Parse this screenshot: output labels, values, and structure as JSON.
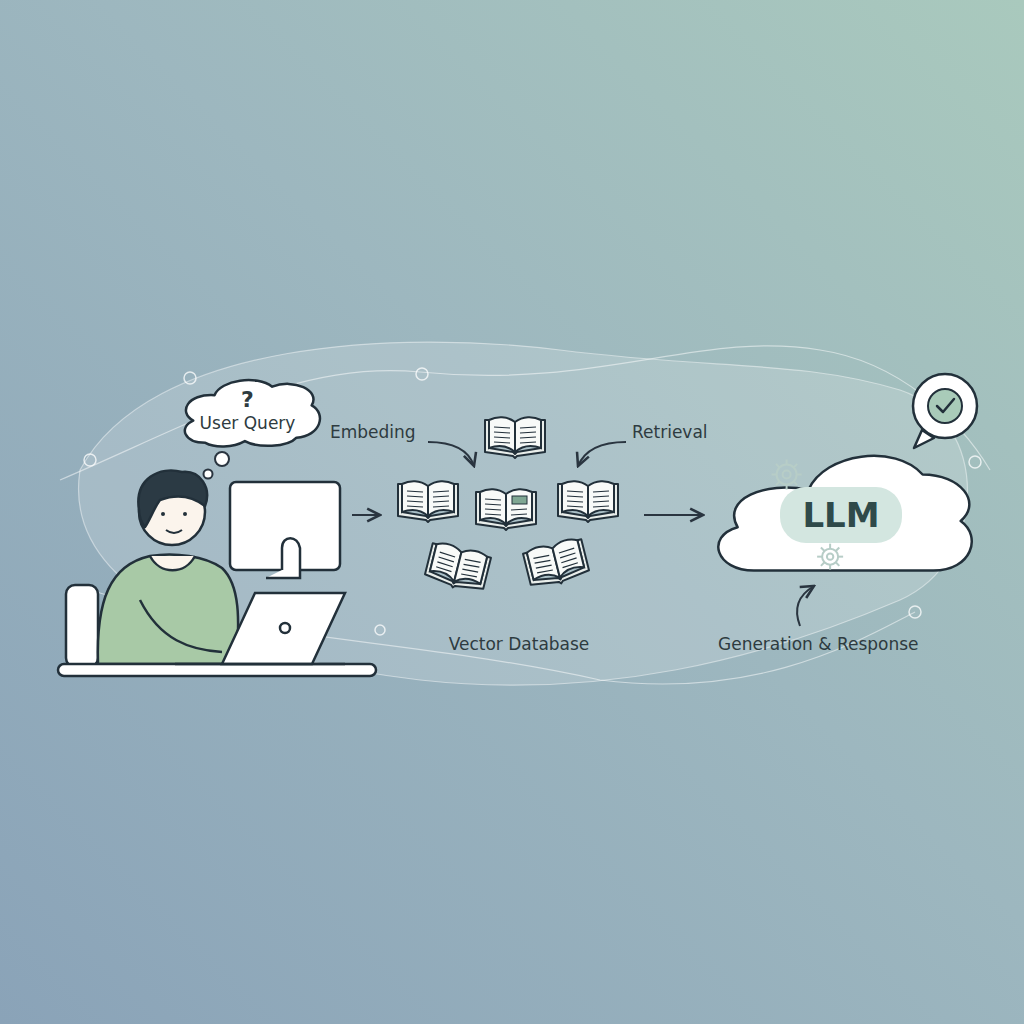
{
  "diagram": {
    "nodes": [
      {
        "text": [
          "?",
          "User Query"
        ]
      },
      {
        "text": [
          "Vector Database"
        ]
      },
      {
        "text": [
          "LLM"
        ]
      }
    ],
    "edges": [
      {
        "from": 1,
        "to": 2,
        "arrow": "to"
      }
    ],
    "labels": [
      "Embeding",
      "Retrieval",
      "Generation & Response"
    ]
  }
}
